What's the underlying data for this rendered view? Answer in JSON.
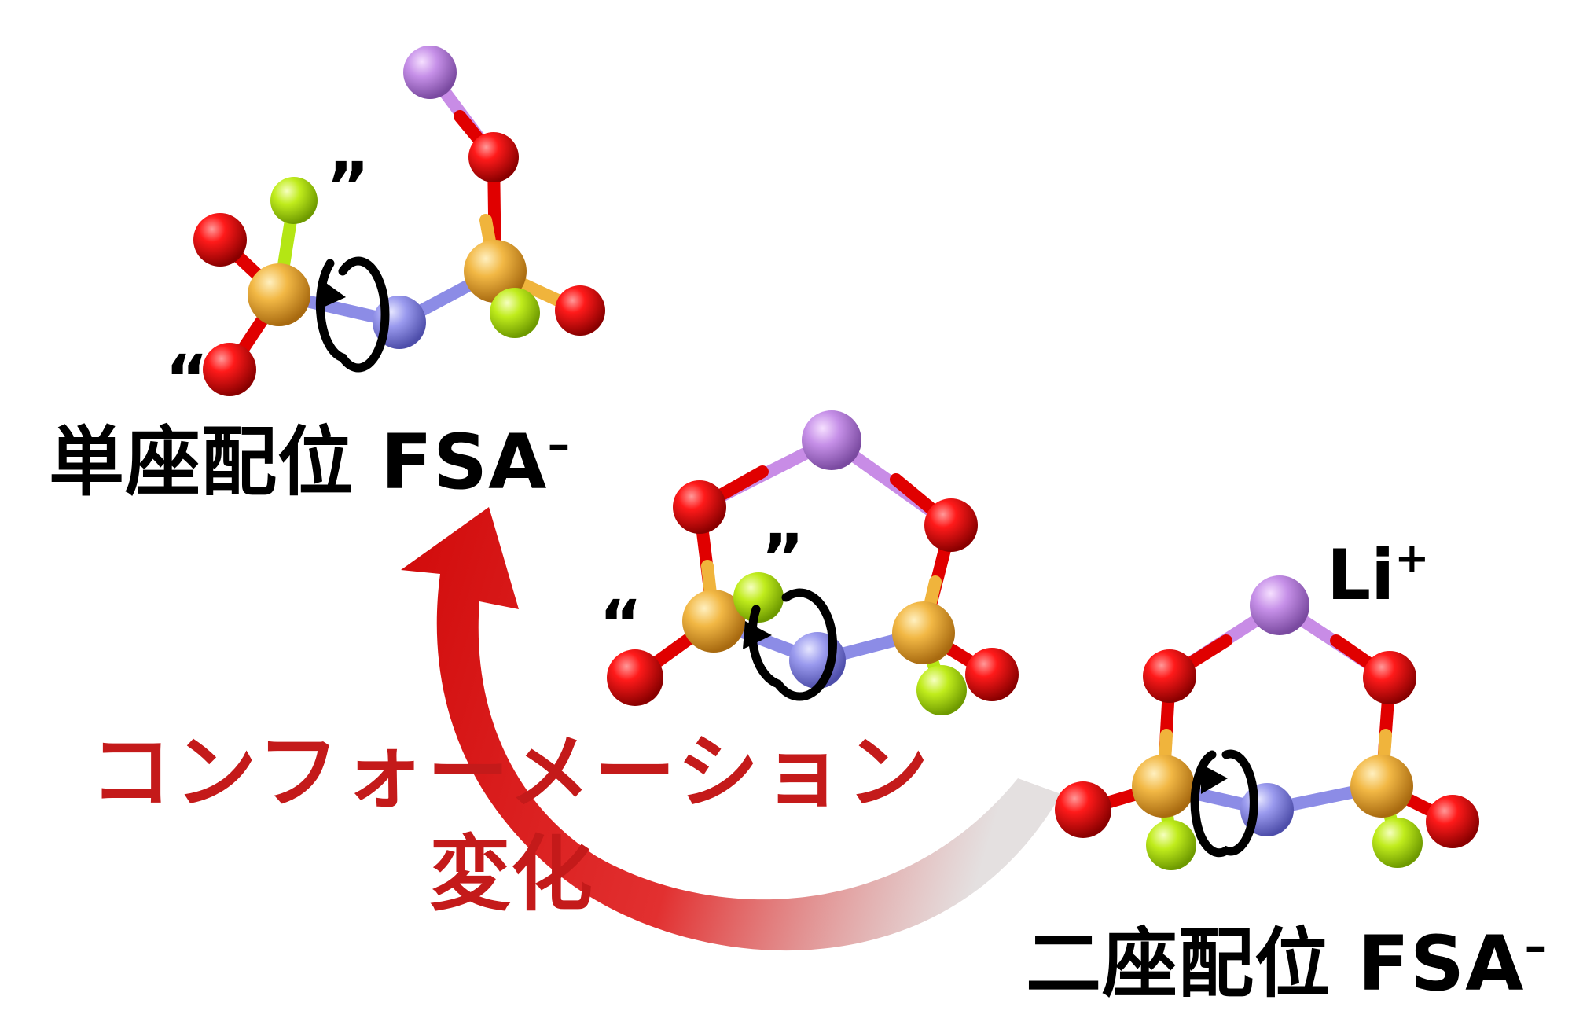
{
  "labels": {
    "monodentate": "単座配位 FSA",
    "monodentate_charge": "–",
    "bidentate": "二座配位 FSA",
    "bidentate_charge": "–",
    "lithium": "Li",
    "lithium_charge": "+",
    "conformation_line1": "コンフォーメーション",
    "conformation_line2": "変化"
  },
  "quotes": {
    "open": "“",
    "close": "”"
  },
  "colors": {
    "oxygen": "#e00000",
    "sulfur": "#f0b43c",
    "nitrogen": "#8c8ce6",
    "fluorine": "#b4e614",
    "lithium": "#c88ce6",
    "arrow": "#d10a0a",
    "text_highlight": "#c41a1a"
  }
}
